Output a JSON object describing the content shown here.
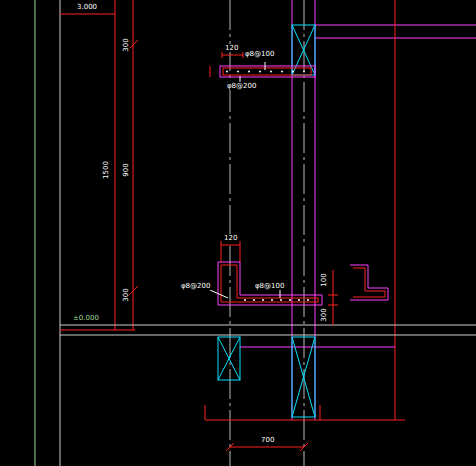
{
  "diagram": {
    "labels": [
      "3.000",
      "±0.000",
      "φ8@100",
      "φ8@200",
      "120",
      "φ8@200",
      "φ8@100",
      "120",
      "300",
      "900",
      "300",
      "1500",
      "100",
      "300",
      "700"
    ]
  }
}
